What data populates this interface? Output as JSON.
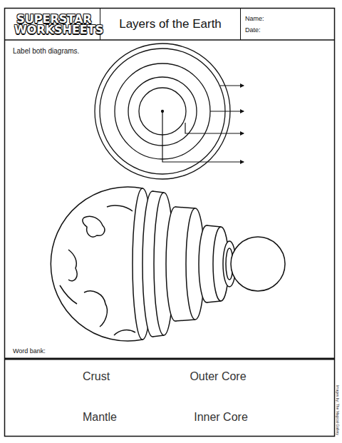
{
  "diagram": {
    "title": "Layers of the Earth",
    "nodes": [
      {
        "text": [
          "SUPERSTAR WORKSHEETS"
        ]
      },
      {
        "text": [
          "Name:",
          "Date:"
        ]
      },
      {
        "text": [
          "Word bank:"
        ]
      }
    ],
    "labels": [
      "Label both diagrams.",
      "Crust",
      "Outer Core",
      "Mantle",
      "Inner Core",
      "Images by: The Magical Gallery"
    ]
  }
}
